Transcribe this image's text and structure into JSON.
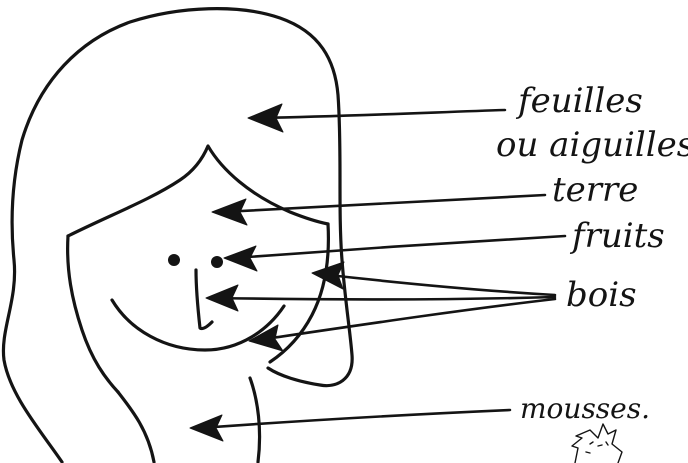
{
  "labels": {
    "leaves": "feuilles",
    "leaves_line2": "ou aiguilles",
    "soil": "terre",
    "fruits": "fruits",
    "wood": "bois",
    "moss": "mousses."
  }
}
